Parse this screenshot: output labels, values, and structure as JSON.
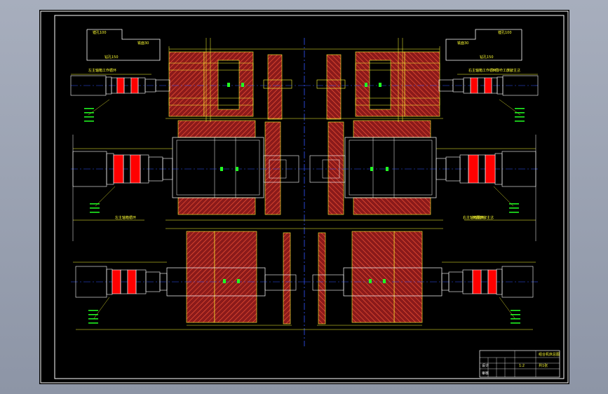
{
  "colors": {
    "background": "#000000",
    "outline": "#ffff33",
    "hatch_fill": "#8b1a1a",
    "hatch_line": "#ff6040",
    "centerline": "#3355ff",
    "dimension": "#22ff22",
    "frame": "#ffffff",
    "bearing_red": "#ff0000"
  },
  "notes": {
    "top_left_lines": [
      "镗孔100",
      "铣面30",
      "钻孔150"
    ],
    "top_right_lines": [
      "镗孔100",
      "铣面30",
      "钻孔150"
    ],
    "left_head_label": "左主轴箱工作循环",
    "right_head_label": "右主轴箱工作循环",
    "left_mid_label": "左主轴箱循环",
    "right_mid_label": "右主轴箱循环"
  },
  "title_block": {
    "drawing_name": "组合机床总图",
    "scale": "1:2",
    "sheet": "共1张",
    "designer": "设计",
    "checker": "审核"
  }
}
